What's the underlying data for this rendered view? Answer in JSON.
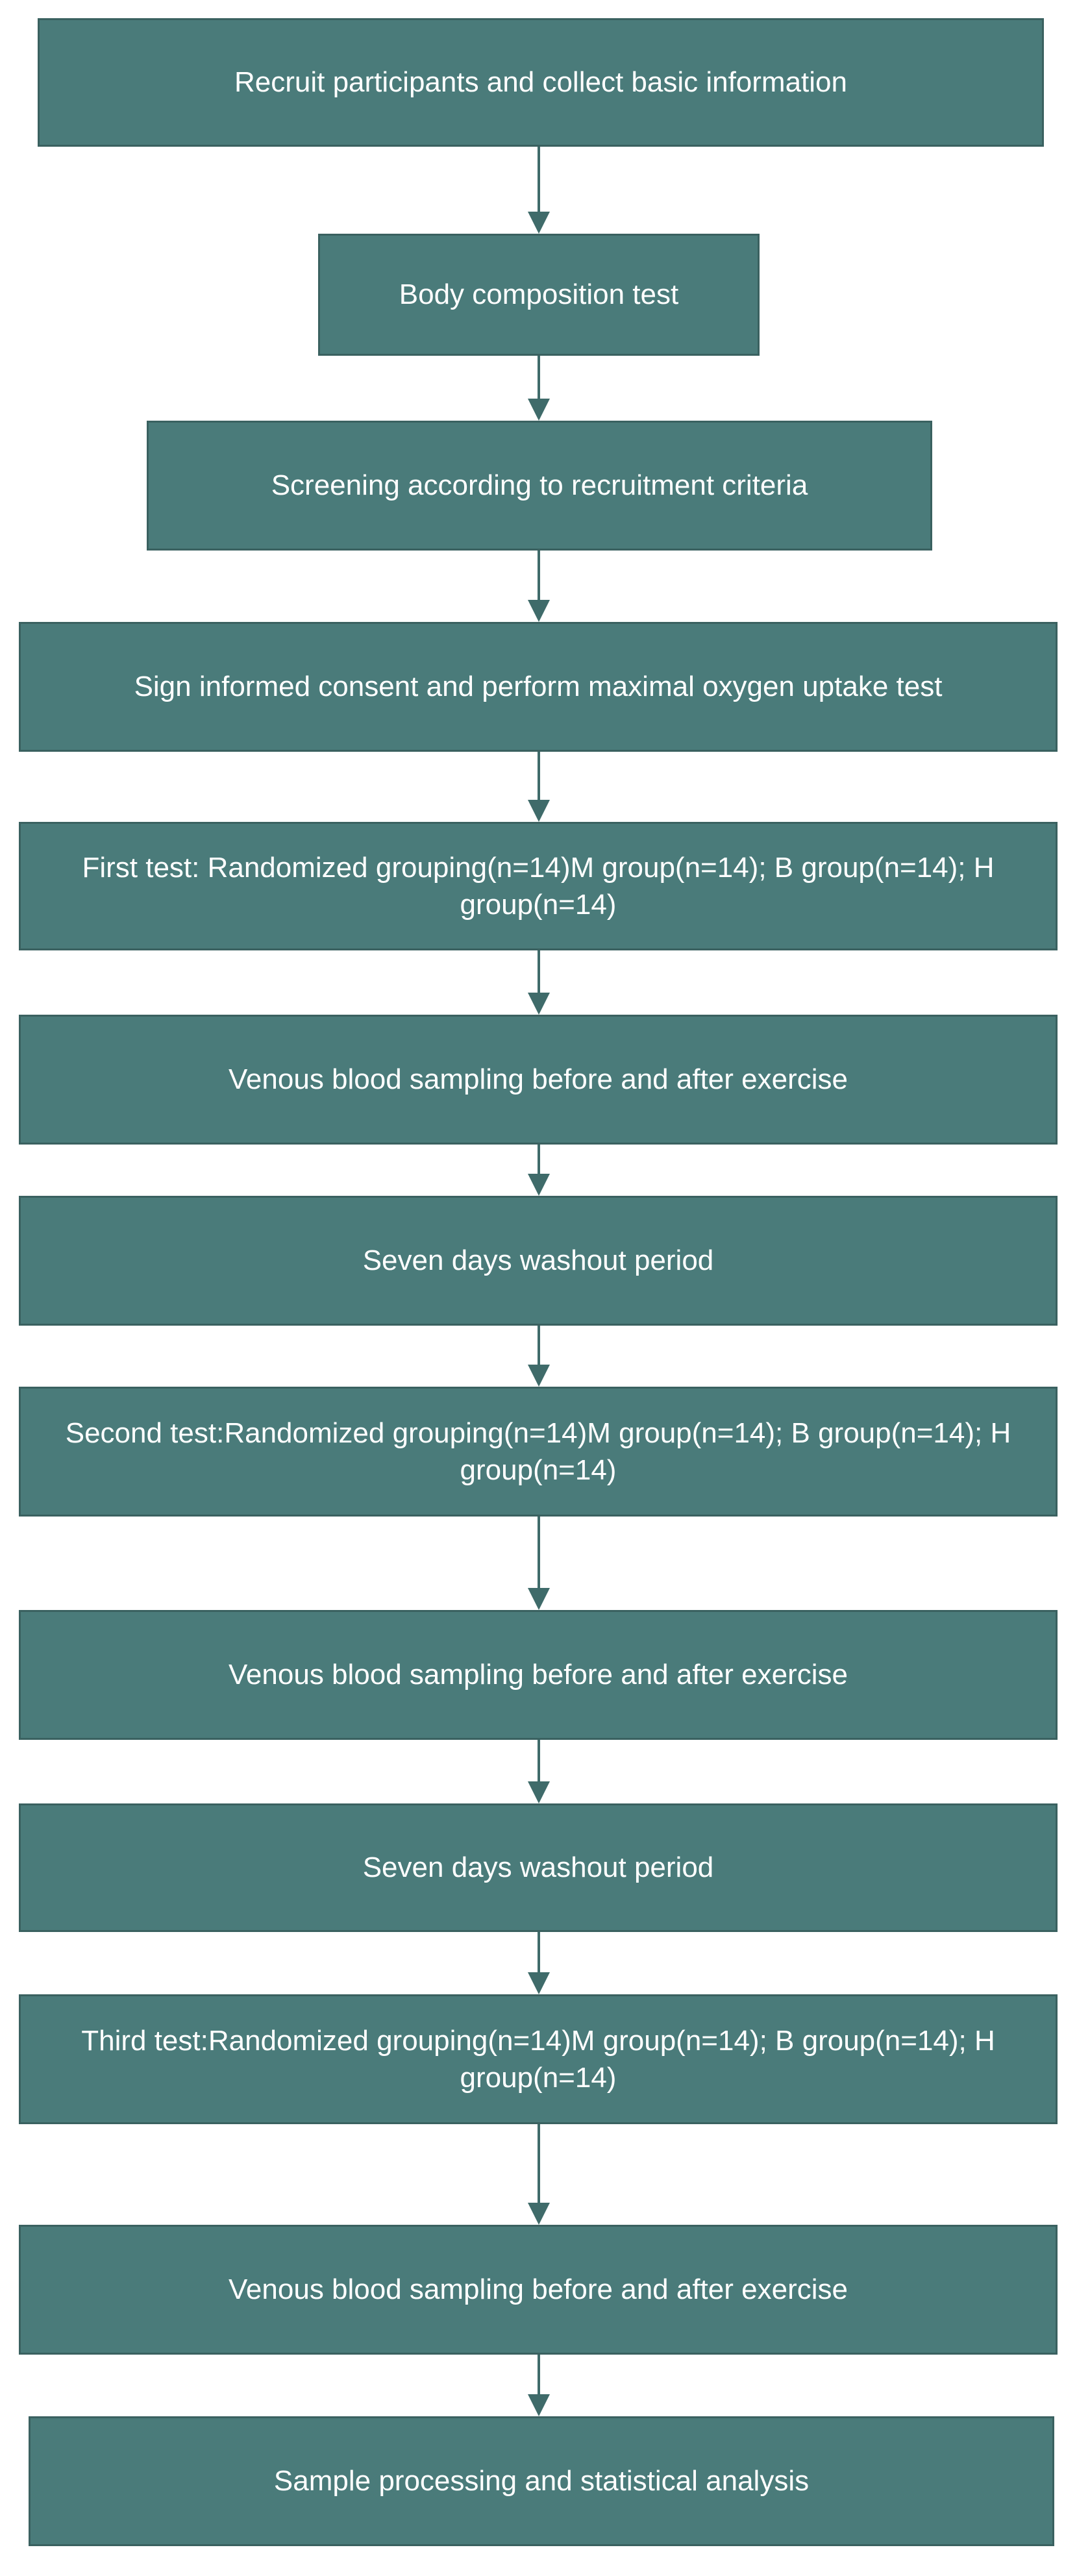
{
  "flowchart": {
    "steps": [
      "Recruit participants and collect basic information",
      "Body composition test",
      "Screening according to recruitment criteria",
      "Sign informed consent and perform maximal oxygen uptake test",
      "First test: Randomized grouping(n=14)M group(n=14); B group(n=14); H group(n=14)",
      "Venous blood sampling before and after exercise",
      "Seven days washout period",
      "Second test:Randomized grouping(n=14)M group(n=14); B group(n=14); H group(n=14)",
      "Venous blood sampling before and after exercise",
      "Seven days washout period",
      "Third test:Randomized grouping(n=14)M group(n=14); B group(n=14); H group(n=14)",
      "Venous blood sampling before and after exercise",
      "Sample processing and statistical analysis"
    ],
    "colors": {
      "box_fill": "#4a7b7a",
      "box_border": "#3a6160",
      "text": "#ffffff",
      "arrow": "#3f6b6a"
    }
  }
}
